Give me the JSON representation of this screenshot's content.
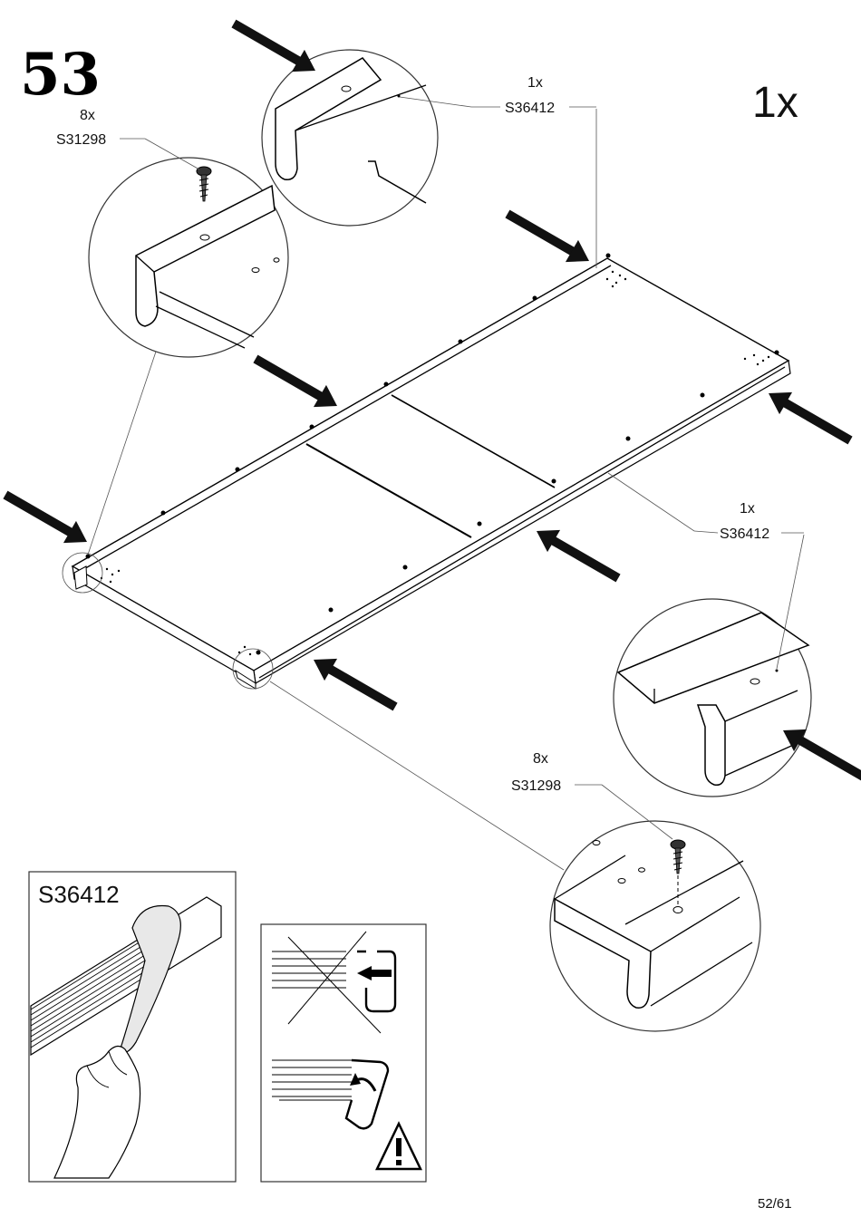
{
  "page": {
    "step_number": "53",
    "quantity_total": "1x",
    "page_number": "52/61"
  },
  "callouts": {
    "screw_top": {
      "qty": "8x",
      "part": "S31298"
    },
    "strip_top": {
      "qty": "1x",
      "part": "S36412"
    },
    "strip_right": {
      "qty": "1x",
      "part": "S36412"
    },
    "screw_bottom": {
      "qty": "8x",
      "part": "S31298"
    }
  },
  "instruction_panel": {
    "part": "S36412"
  },
  "icons": [
    "arrow-icon",
    "screw-icon",
    "hand-peeling-icon",
    "cross-out-icon",
    "warning-icon"
  ]
}
